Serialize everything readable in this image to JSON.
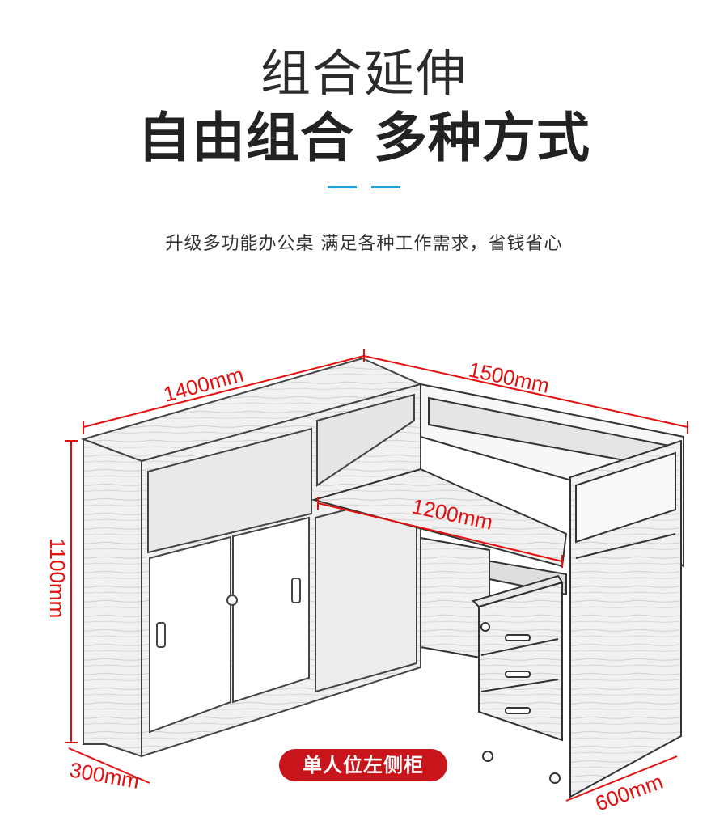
{
  "header": {
    "title": "组合延伸",
    "headline": "自由组合 多种方式",
    "subtitle": "升级多功能办公桌 满足各种工作需求，省钱省心"
  },
  "dimensions": {
    "top_left": "1400mm",
    "top_right": "1500mm",
    "desk_length": "1200mm",
    "height": "1100mm",
    "depth_left": "300mm",
    "depth_right": "600mm"
  },
  "badge": {
    "label": "单人位左侧柜"
  },
  "colors": {
    "accent": "#1aa3dc",
    "dimension": "#e40f0f",
    "badge": "#c8151b"
  }
}
